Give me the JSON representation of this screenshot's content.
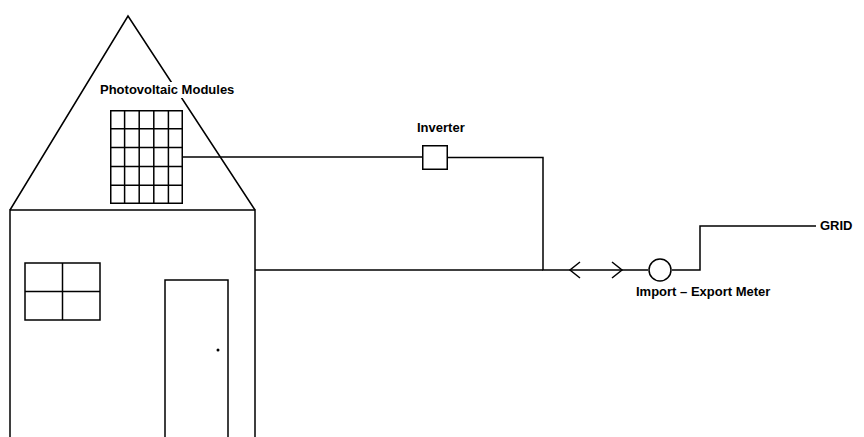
{
  "diagram": {
    "nodes": [
      {
        "text": [
          "Photovoltaic Modules"
        ]
      },
      {
        "text": [
          "Inverter"
        ]
      },
      {
        "text": [
          "Import – Export Meter"
        ]
      }
    ],
    "edges": [
      {
        "from": 0,
        "to": 1,
        "arrow": "none"
      },
      {
        "from": 1,
        "to": 2,
        "arrow": "none"
      }
    ],
    "labels": [
      "GRID"
    ]
  }
}
